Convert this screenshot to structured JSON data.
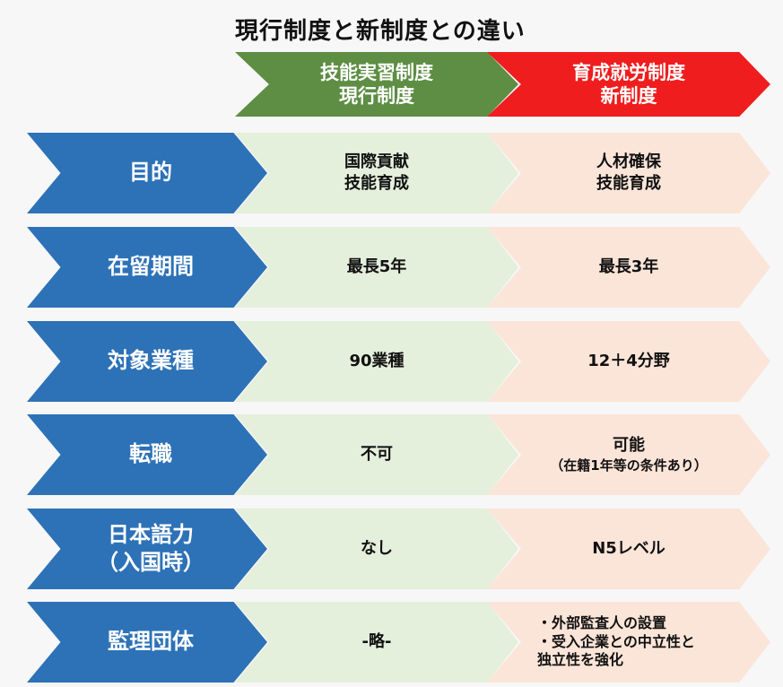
{
  "title": "現行制度と新制度との違い",
  "headers": {
    "current_line1": "技能実習制度",
    "current_line2": "現行制度",
    "new_line1": "育成就労制度",
    "new_line2": "新制度"
  },
  "rows": [
    {
      "label_line1": "目的",
      "label_line2": "",
      "current_line1": "国際貢献",
      "current_line2": "技能育成",
      "new_line1": "人材確保",
      "new_line2": "技能育成"
    },
    {
      "label_line1": "在留期間",
      "label_line2": "",
      "current_line1": "最長5年",
      "current_line2": "",
      "new_line1": "最長3年",
      "new_line2": ""
    },
    {
      "label_line1": "対象業種",
      "label_line2": "",
      "current_line1": "90業種",
      "current_line2": "",
      "new_line1": "12＋4分野",
      "new_line2": ""
    },
    {
      "label_line1": "転職",
      "label_line2": "",
      "current_line1": "不可",
      "current_line2": "",
      "new_line1": "可能",
      "new_line2": "（在籍1年等の条件あり）"
    },
    {
      "label_line1": "日本語力",
      "label_line2": "（入国時）",
      "current_line1": "なし",
      "current_line2": "",
      "new_line1": "N5レベル",
      "new_line2": ""
    },
    {
      "label_line1": "監理団体",
      "label_line2": "",
      "current_line1": "-略-",
      "current_line2": "",
      "new_bullets": [
        "・外部監査人の設置",
        "・受入企業との中立性と",
        "独立性を強化"
      ]
    }
  ]
}
